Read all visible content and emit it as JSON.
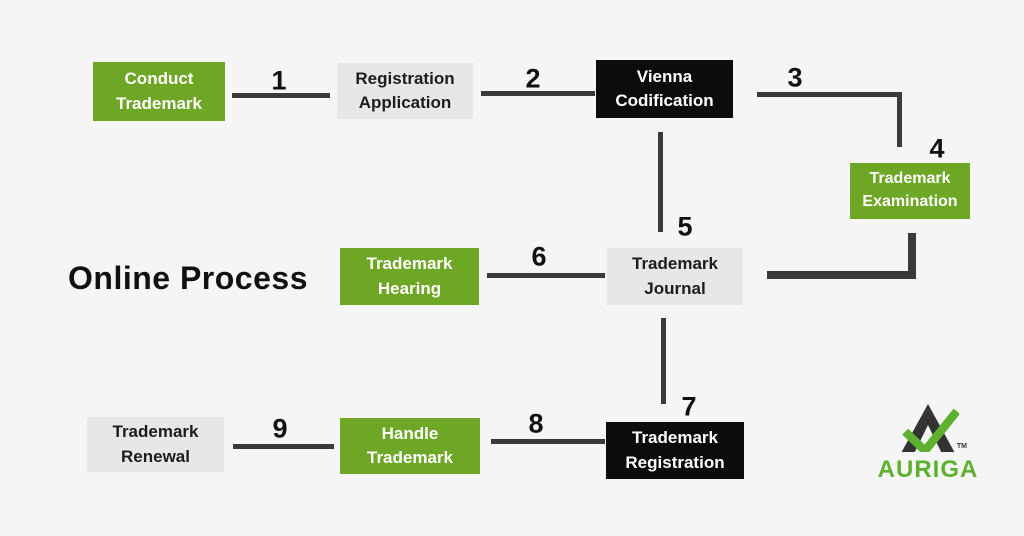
{
  "title": {
    "label": "Online Process"
  },
  "colors": {
    "background": "#f5f5f5",
    "green": "#6ea626",
    "black": "#0c0c0c",
    "gray": "#e7e7e7",
    "line": "#3a3a3a",
    "number": "#111111",
    "logo_green": "#5db12e",
    "logo_dark": "#333333"
  },
  "nodes": {
    "conduct_trademark": {
      "line1": "Conduct",
      "line2": "Trademark",
      "style": "green"
    },
    "registration_application": {
      "line1": "Registration",
      "line2": "Application",
      "style": "gray"
    },
    "vienna_codification": {
      "line1": "Vienna",
      "line2": "Codification",
      "style": "black"
    },
    "trademark_examination": {
      "line1": "Trademark",
      "line2": "Examination",
      "style": "green"
    },
    "trademark_hearing": {
      "line1": "Trademark",
      "line2": "Hearing",
      "style": "green"
    },
    "trademark_journal": {
      "line1": "Trademark",
      "line2": "Journal",
      "style": "gray"
    },
    "trademark_renewal": {
      "line1": "Trademark",
      "line2": "Renewal",
      "style": "gray"
    },
    "handle_trademark": {
      "line1": "Handle",
      "line2": "Trademark",
      "style": "green"
    },
    "trademark_registration": {
      "line1": "Trademark",
      "line2": "Registration",
      "style": "black"
    }
  },
  "steps": {
    "s1": "1",
    "s2": "2",
    "s3": "3",
    "s4": "4",
    "s5": "5",
    "s6": "6",
    "s7": "7",
    "s8": "8",
    "s9": "9"
  },
  "logo": {
    "brand": "AURIGA",
    "tm": "TM",
    "icon": "auriga-check-mountain-icon"
  }
}
